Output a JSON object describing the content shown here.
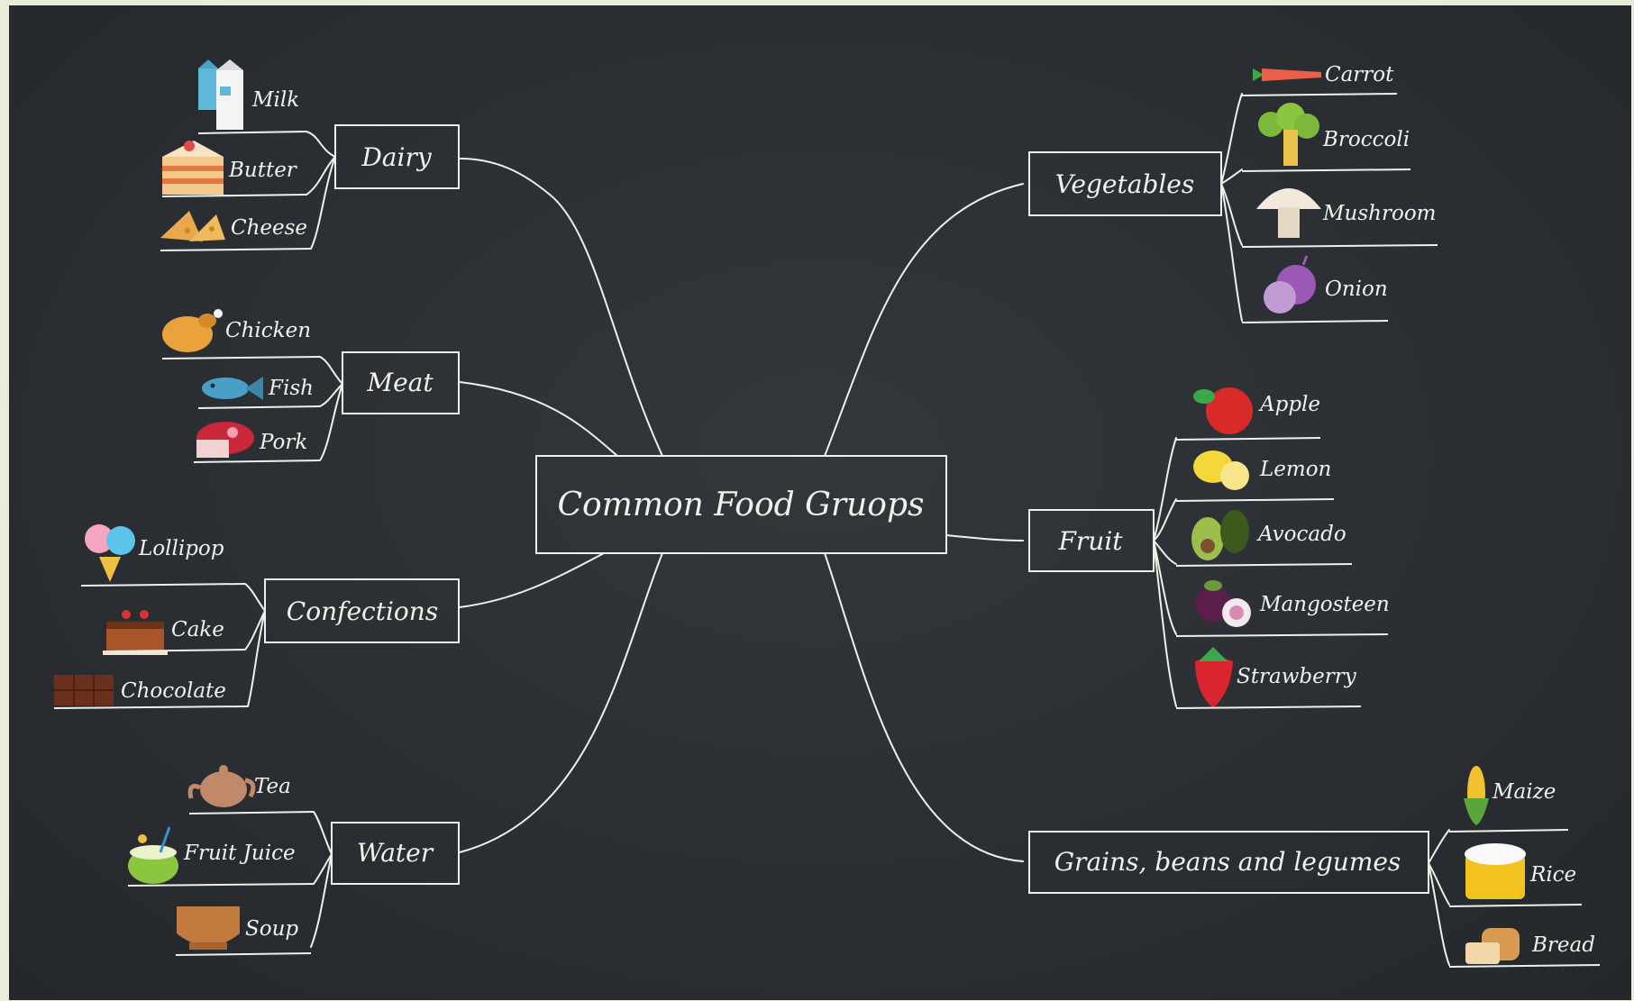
{
  "central_topic": "Common Food Gruops",
  "groups": {
    "dairy": {
      "label": "Dairy",
      "items": [
        "Milk",
        "Butter",
        "Cheese"
      ]
    },
    "meat": {
      "label": "Meat",
      "items": [
        "Chicken",
        "Fish",
        "Pork"
      ]
    },
    "confections": {
      "label": "Confections",
      "items": [
        "Lollipop",
        "Cake",
        "Chocolate"
      ]
    },
    "water": {
      "label": "Water",
      "items": [
        "Tea",
        "Fruit Juice",
        "Soup"
      ]
    },
    "vegetables": {
      "label": "Vegetables",
      "items": [
        "Carrot",
        "Broccoli",
        "Mushroom",
        "Onion"
      ]
    },
    "fruit": {
      "label": "Fruit",
      "items": [
        "Apple",
        "Lemon",
        "Avocado",
        "Mangosteen",
        "Strawberry"
      ]
    },
    "grains": {
      "label": "Grains, beans and legumes",
      "items": [
        "Maize",
        "Rice",
        "Bread"
      ]
    }
  },
  "icons": {
    "dairy": [
      "milk-icon",
      "butter-icon",
      "cheese-icon"
    ],
    "meat": [
      "chicken-icon",
      "fish-icon",
      "pork-icon"
    ],
    "confections": [
      "lollipop-icon",
      "cake-icon",
      "chocolate-icon"
    ],
    "water": [
      "tea-icon",
      "fruit-juice-icon",
      "soup-icon"
    ],
    "vegetables": [
      "carrot-icon",
      "broccoli-icon",
      "mushroom-icon",
      "onion-icon"
    ],
    "fruit": [
      "apple-icon",
      "lemon-icon",
      "avocado-icon",
      "mangosteen-icon",
      "strawberry-icon"
    ],
    "grains": [
      "maize-icon",
      "rice-icon",
      "bread-icon"
    ]
  },
  "colors": {
    "board": "#2b2f33",
    "chalk": "#eef0ea",
    "frame": "#e9ecd9"
  }
}
